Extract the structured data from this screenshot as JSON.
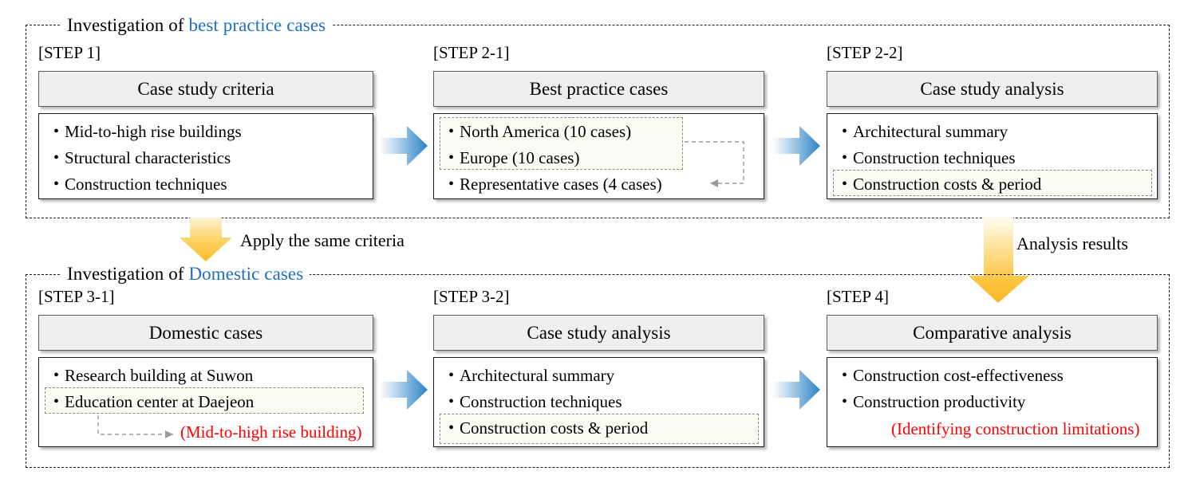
{
  "diagram": {
    "title_prefix": "Investigation of",
    "panels": [
      {
        "name": "top",
        "title_prefix": "Investigation of",
        "title_highlight": "best practice cases",
        "steps": [
          {
            "label": "[STEP 1]",
            "header": "Case study criteria",
            "bullets": [
              "Mid-to-high rise buildings",
              "Structural characteristics",
              "Construction techniques"
            ]
          },
          {
            "label": "[STEP 2-1]",
            "header": "Best practice cases",
            "bullets": [
              "North America (10 cases)",
              "Europe (10 cases)",
              "Representative cases (4 cases)"
            ]
          },
          {
            "label": "[STEP 2-2]",
            "header": "Case study analysis",
            "bullets": [
              "Architectural summary",
              "Construction techniques",
              "Construction costs & period"
            ]
          }
        ]
      },
      {
        "name": "bottom",
        "title_prefix": "Investigation of",
        "title_highlight": "Domestic cases",
        "steps": [
          {
            "label": "[STEP 3-1]",
            "header": "Domestic cases",
            "bullets": [
              "Research building at Suwon",
              "Education center at Daejeon"
            ],
            "note": "(Mid-to-high rise building)"
          },
          {
            "label": "[STEP 3-2]",
            "header": "Case study analysis",
            "bullets": [
              "Architectural summary",
              "Construction techniques",
              "Construction costs & period"
            ]
          },
          {
            "label": "[STEP 4]",
            "header": "Comparative analysis",
            "bullets": [
              "Construction cost-effectiveness",
              "Construction productivity"
            ],
            "note": "(Identifying  construction limitations)"
          }
        ]
      }
    ],
    "flow_labels": {
      "left_down": "Apply the same criteria",
      "right_down": "Analysis results"
    },
    "colors": {
      "highlight_blue": "#1f6fc2",
      "note_red": "#ff0000",
      "arrow_blue": "#2b83c6",
      "arrow_yellow": "#fcc03a",
      "card_header_fill": "#efefef",
      "highlight_fill": "#fbfaf3"
    }
  }
}
